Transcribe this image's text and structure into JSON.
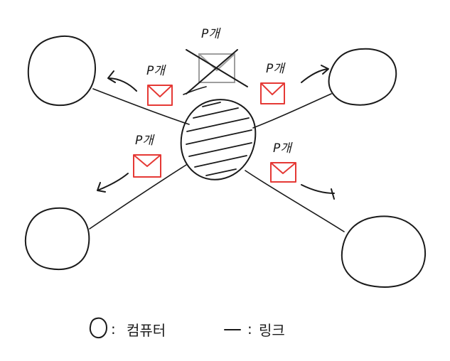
{
  "diagram": {
    "packet_labels": {
      "top_blocked": "P개",
      "upper_left": "P개",
      "upper_right": "P개",
      "lower_left": "P개",
      "lower_right": "P개"
    },
    "legend": {
      "computer_label": "컴퓨터",
      "link_label": "링크",
      "separator": ":"
    },
    "colors": {
      "ink": "#1a1a1a",
      "packet": "#e53935",
      "blocked_packet": "#9e9e9e"
    },
    "icons": {
      "packet": "envelope-icon",
      "blocked": "crossed-envelope-icon",
      "arrow": "arrow-icon"
    }
  }
}
